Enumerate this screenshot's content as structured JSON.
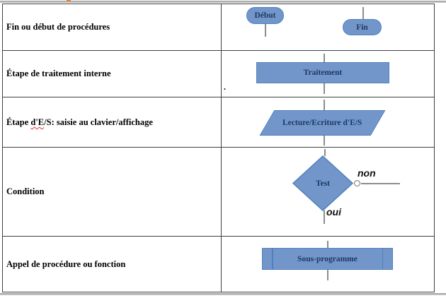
{
  "table": {
    "rows": [
      {
        "label": "Fin ou début de procédures"
      },
      {
        "label": "Étape de traitement interne"
      },
      {
        "label_prefix": "Étape ",
        "label_typo": "d'E",
        "label_suffix": "/S: saisie au clavier/affichage"
      },
      {
        "label": "Condition"
      },
      {
        "label": "Appel de procédure ou fonction"
      }
    ]
  },
  "shapes": {
    "start_label": "Début",
    "end_label": "Fin",
    "process_label": "Traitement",
    "io_label": "Lecture/Ecriture d'E/S",
    "decision_label": "Test",
    "branch_no_label": "non",
    "branch_yes_label": "oui",
    "subroutine_label": "Sous-programme"
  },
  "stray_period": ".",
  "colors": {
    "shape_fill": "#7296c9",
    "shape_border": "#4f81bd",
    "shape_text": "#1f3864",
    "connector": "#8c8c8c",
    "table_border": "#3f3f3f",
    "label_text": "#000000",
    "rule_gray": "#9b9b9b",
    "squiggle_red": "#e0301e",
    "branch_text": "#111111",
    "artifact_orange": "#ed7d31"
  }
}
